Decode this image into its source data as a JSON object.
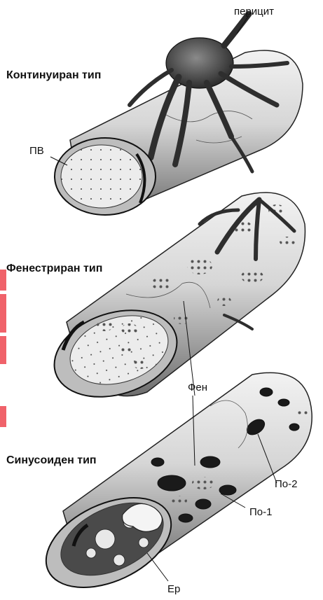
{
  "labels": {
    "title_continuous": "Континуиран тип",
    "title_fenestrated": "Фенестриран тип",
    "title_sinusoid": "Синусоиден тип",
    "pericyte": "перицит",
    "pv": "ПВ",
    "fen": "Фен",
    "po1": "По-1",
    "po2": "По-2",
    "er": "Ер"
  },
  "colors": {
    "ink": "#111111",
    "vessel_fill": "#d9d9d9",
    "dark_shade": "#3a3a3a",
    "side_marker": "#f0626a"
  }
}
